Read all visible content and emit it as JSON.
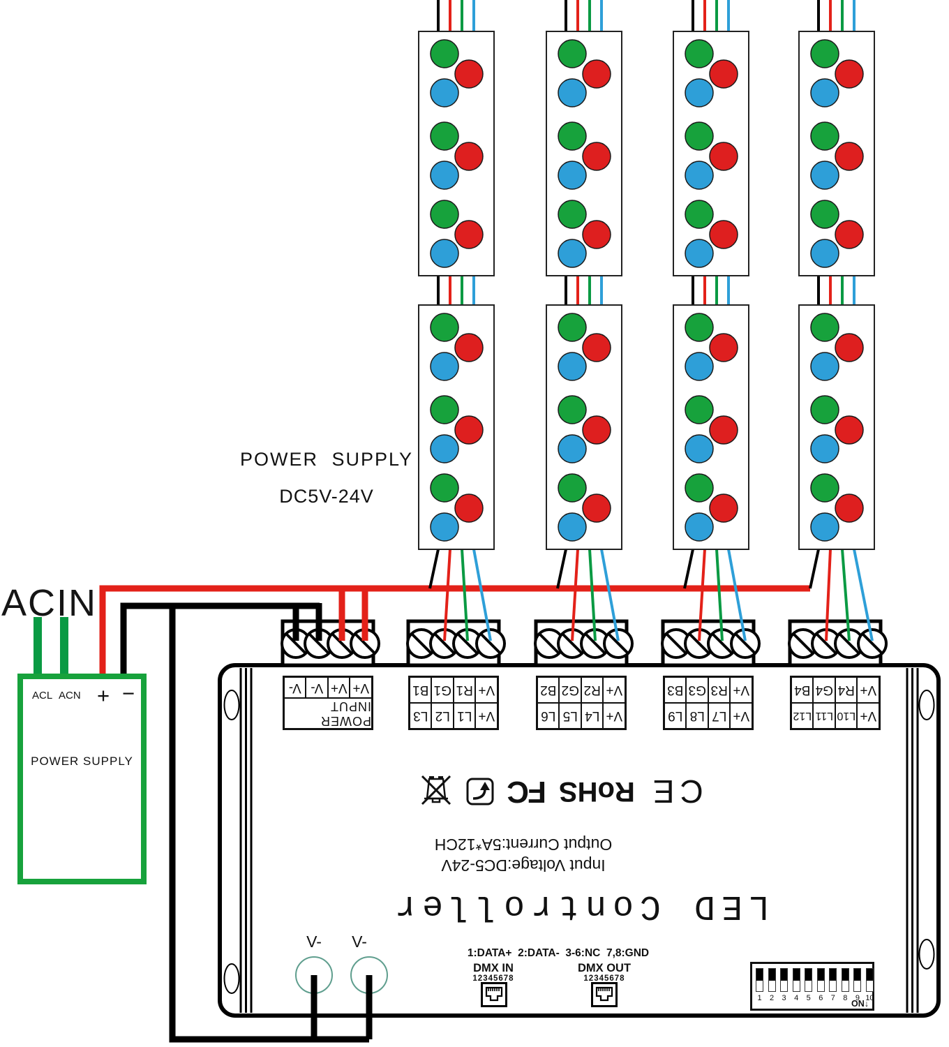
{
  "title_labels": {
    "acin": "ACIN",
    "supply_caption_line1": "POWER SUPPLY",
    "supply_caption_line2": "DC5V-24V"
  },
  "psu_box": {
    "terminal_acl": "ACL",
    "terminal_acn": "ACN",
    "terminal_plus": "+",
    "terminal_minus": "−",
    "name": "POWER SUPPLY"
  },
  "terminal_tables": [
    {
      "name": "power-input",
      "rows": [
        [
          "POWER INPUT"
        ],
        [
          "V+",
          "V+",
          "V-",
          "V-"
        ]
      ]
    },
    {
      "name": "group-1",
      "rows": [
        [
          "V+",
          "L1",
          "L2",
          "L3"
        ],
        [
          "V+",
          "R1",
          "G1",
          "B1"
        ]
      ]
    },
    {
      "name": "group-2",
      "rows": [
        [
          "V+",
          "L4",
          "L5",
          "L6"
        ],
        [
          "V+",
          "R2",
          "G2",
          "B2"
        ]
      ]
    },
    {
      "name": "group-3",
      "rows": [
        [
          "V+",
          "L7",
          "L8",
          "L9"
        ],
        [
          "V+",
          "R3",
          "G3",
          "B3"
        ]
      ]
    },
    {
      "name": "group-4",
      "rows": [
        [
          "V+",
          "L10",
          "L11",
          "L12"
        ],
        [
          "V+",
          "R4",
          "G4",
          "B4"
        ]
      ]
    }
  ],
  "controller": {
    "title": "LED Controller",
    "spec_input": "Input Voltage:DC5-24V",
    "spec_output": "Output Current:5A*12CH",
    "marks": {
      "ce": "CE",
      "rohs": "RoHS",
      "fcc": "FC"
    },
    "pin_info": "1:DATA+  2:DATA-  3-6:NC  7,8:GND",
    "dmx_in_label": "DMX IN",
    "dmx_in_pins": "12345678",
    "dmx_out_label": "DMX OUT",
    "dmx_out_pins": "12345678",
    "dip_numbers": [
      "1",
      "2",
      "3",
      "4",
      "5",
      "6",
      "7",
      "8",
      "9",
      "10"
    ],
    "dip_on_label": "ON↓",
    "v_minus_left": "V-",
    "v_minus_right": "V-"
  },
  "colors": {
    "wire_black": "#000000",
    "wire_red": "#e32119",
    "wire_green": "#0a9a43",
    "wire_blue": "#2e9fd8",
    "led_green": "#17a23c",
    "led_red": "#de1f1f",
    "led_blue": "#2e9fd8",
    "psu_border_green": "#17a23c",
    "vminus_ring": "#5f9e8e"
  },
  "led_strips": {
    "count": 8,
    "clusters_per_strip": 3,
    "leds_per_cluster": 3
  }
}
